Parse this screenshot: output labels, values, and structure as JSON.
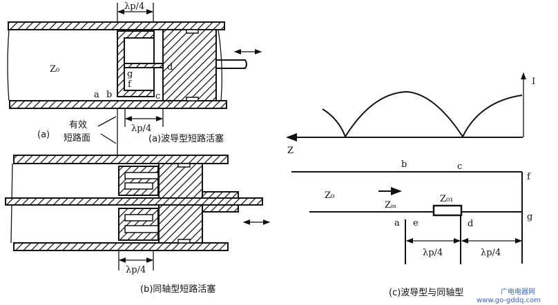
{
  "panel_a": {
    "caption": "(a)波导型短路活塞",
    "tag": "(a)",
    "z0": "Z₀",
    "dim_top": "λp/4",
    "dim_bottom": "λp/4",
    "effective_short_1": "有效",
    "effective_short_2": "短路面",
    "points": {
      "a": "a",
      "b": "b",
      "c": "c",
      "d": "d",
      "e": "e",
      "f": "f",
      "g": "g"
    }
  },
  "panel_b": {
    "caption": "(b)同轴型短路活塞",
    "dim": "λp/4"
  },
  "panel_c": {
    "caption": "(c)波导型与同轴型",
    "axis_i": "I",
    "axis_z": "Z",
    "z0": "Z₀",
    "zin": "Zᵢₙ",
    "z01": "Z₀₁",
    "dim_left": "λp/4",
    "dim_right": "λp/4",
    "points": {
      "a": "a",
      "b": "b",
      "c": "c",
      "d": "d",
      "e": "e",
      "f": "f",
      "g": "g"
    }
  },
  "watermark": {
    "line1": "广电电器网",
    "line2": "www.go-gddq.com"
  }
}
